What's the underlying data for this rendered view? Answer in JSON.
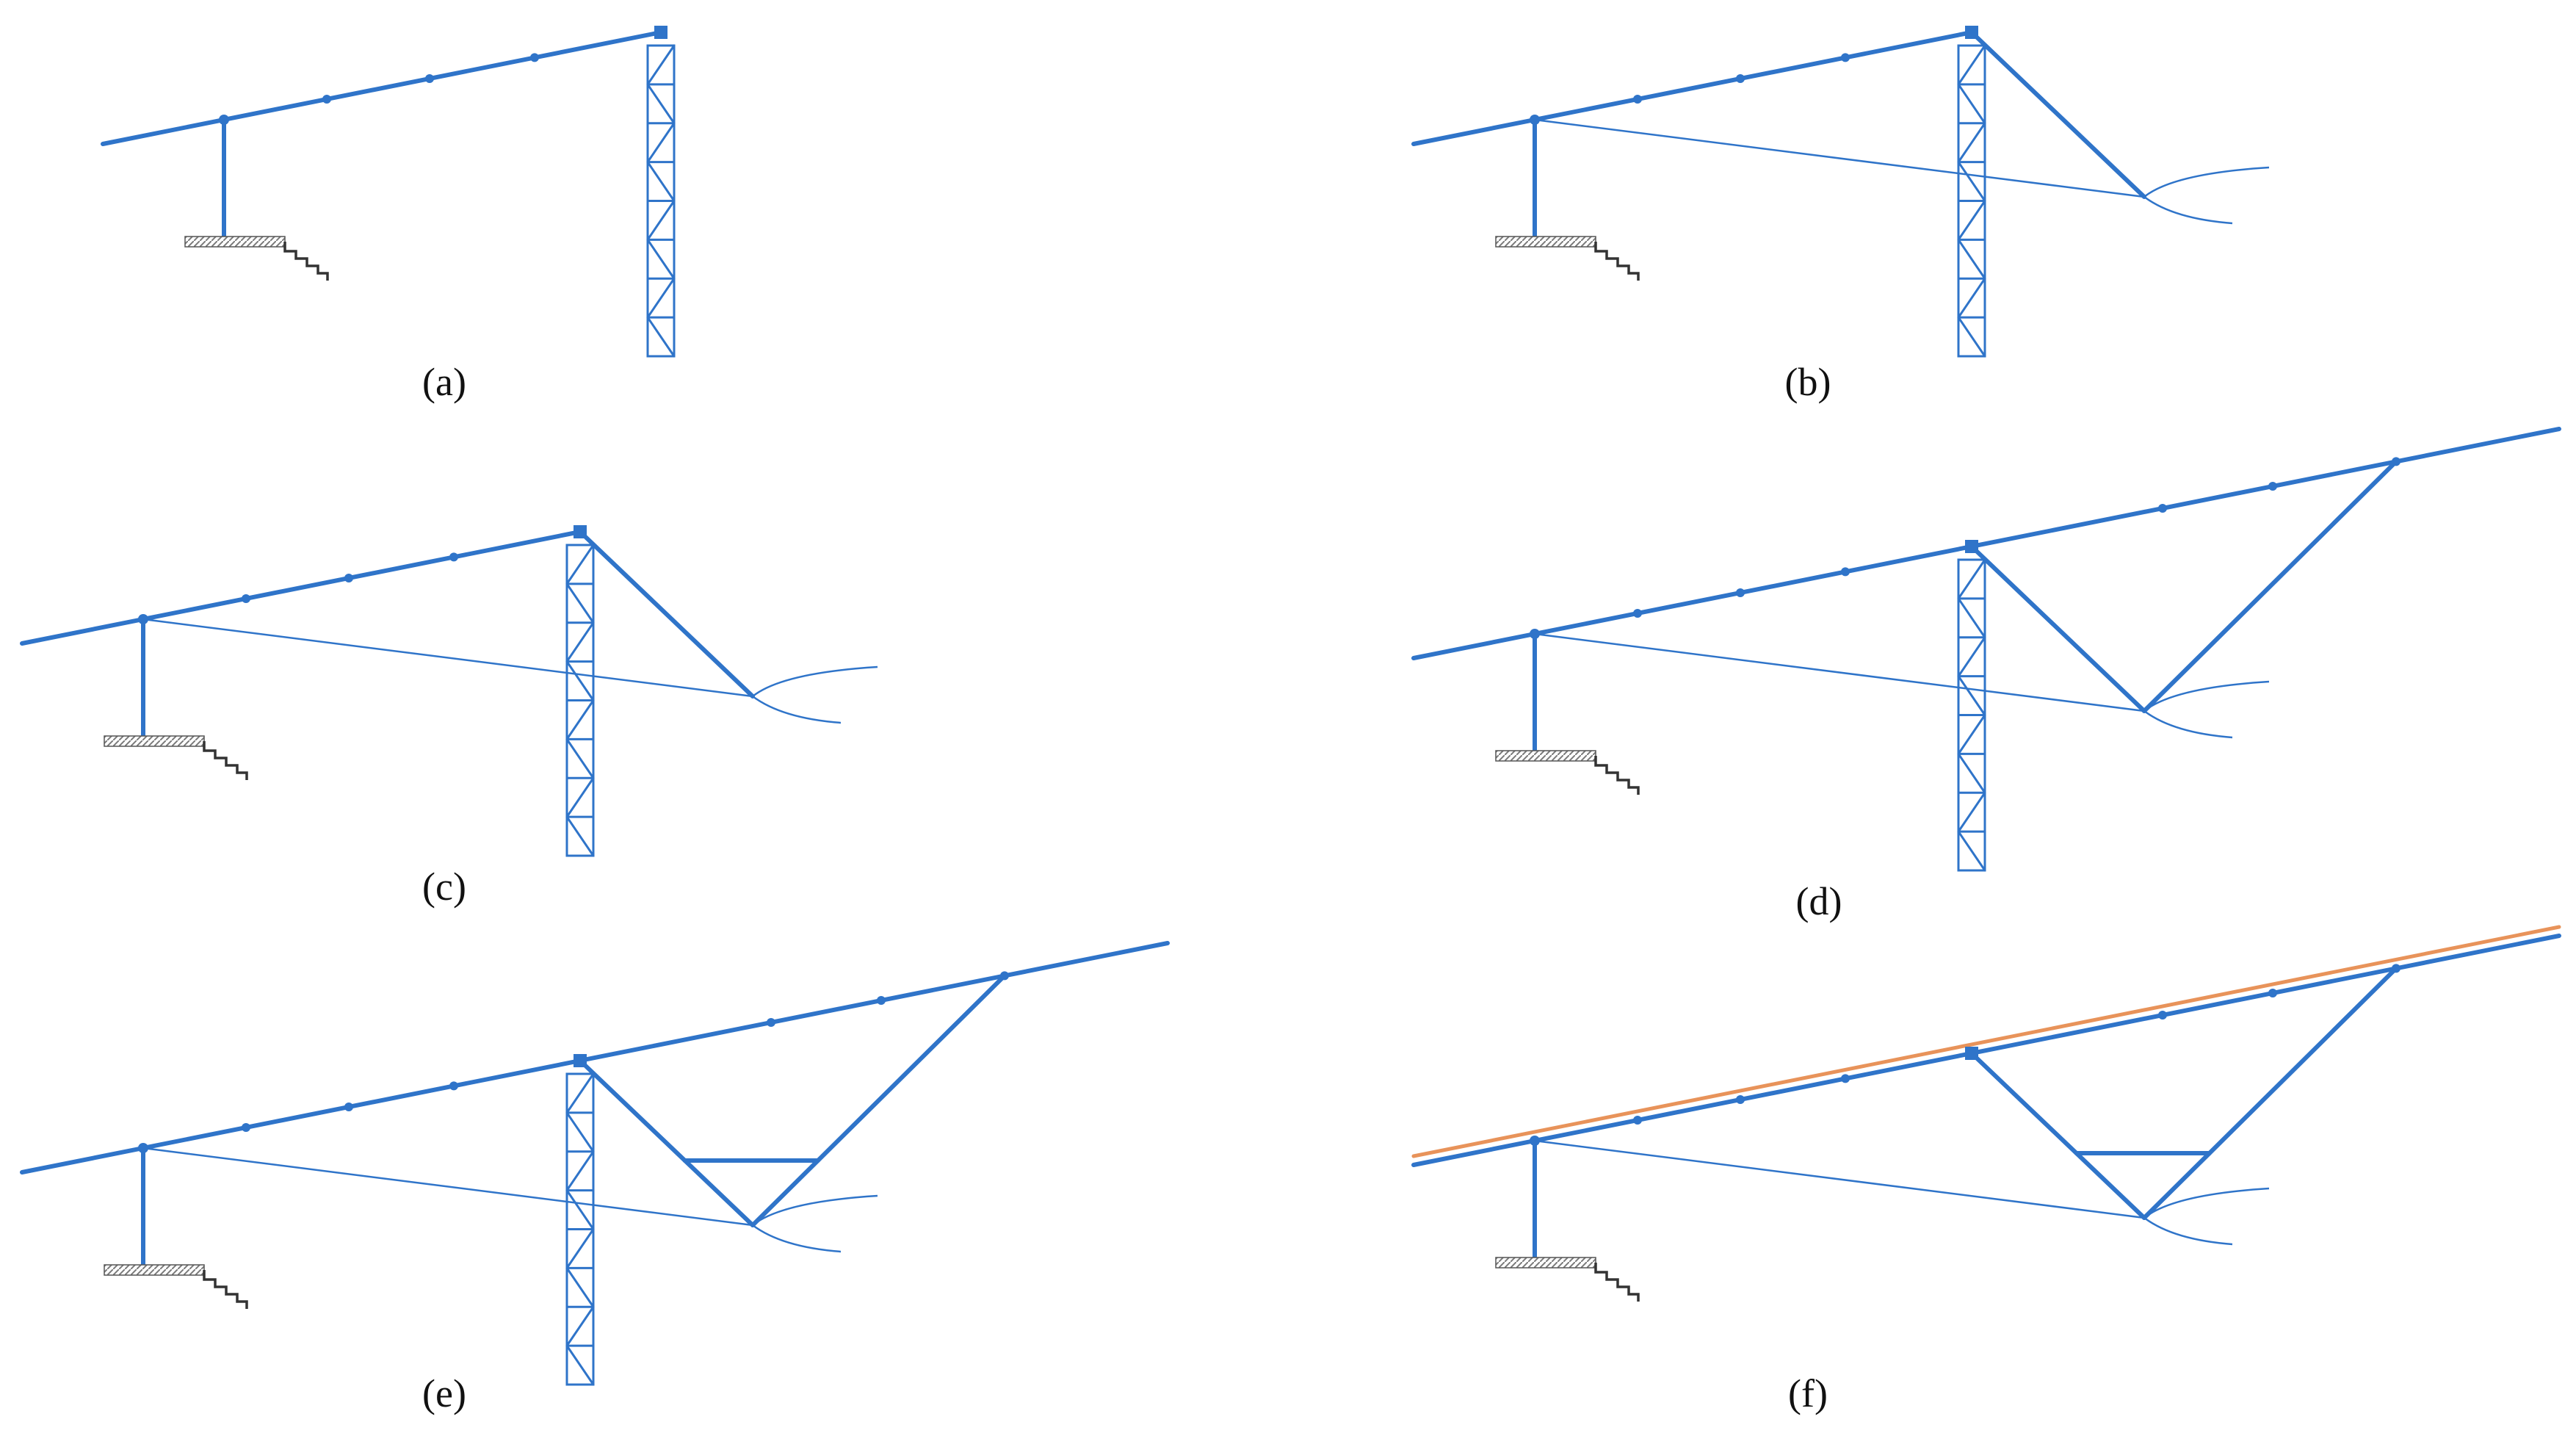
{
  "colors": {
    "structure": "#2f74c9",
    "pile": "#9a9a9a",
    "highlight": "#e8935a"
  },
  "panels": [
    {
      "id": "a",
      "label": "(a)",
      "has_tower": true,
      "has_front_truss": false,
      "has_cable": false,
      "extended_deck": false,
      "has_crossbar": false,
      "has_overlay": false
    },
    {
      "id": "b",
      "label": "(b)",
      "has_tower": true,
      "has_front_truss": true,
      "has_cable": true,
      "extended_deck": false,
      "has_crossbar": false,
      "has_overlay": false
    },
    {
      "id": "c",
      "label": "(c)",
      "has_tower": true,
      "has_front_truss": true,
      "has_cable": true,
      "extended_deck": false,
      "has_crossbar": false,
      "has_overlay": false
    },
    {
      "id": "d",
      "label": "(d)",
      "has_tower": true,
      "has_front_truss": true,
      "has_cable": true,
      "extended_deck": true,
      "has_crossbar": false,
      "has_overlay": false
    },
    {
      "id": "e",
      "label": "(e)",
      "has_tower": true,
      "has_front_truss": true,
      "has_cable": true,
      "extended_deck": true,
      "has_crossbar": true,
      "has_overlay": false
    },
    {
      "id": "f",
      "label": "(f)",
      "has_tower": false,
      "has_front_truss": true,
      "has_cable": true,
      "extended_deck": true,
      "has_crossbar": true,
      "has_overlay": true
    }
  ]
}
